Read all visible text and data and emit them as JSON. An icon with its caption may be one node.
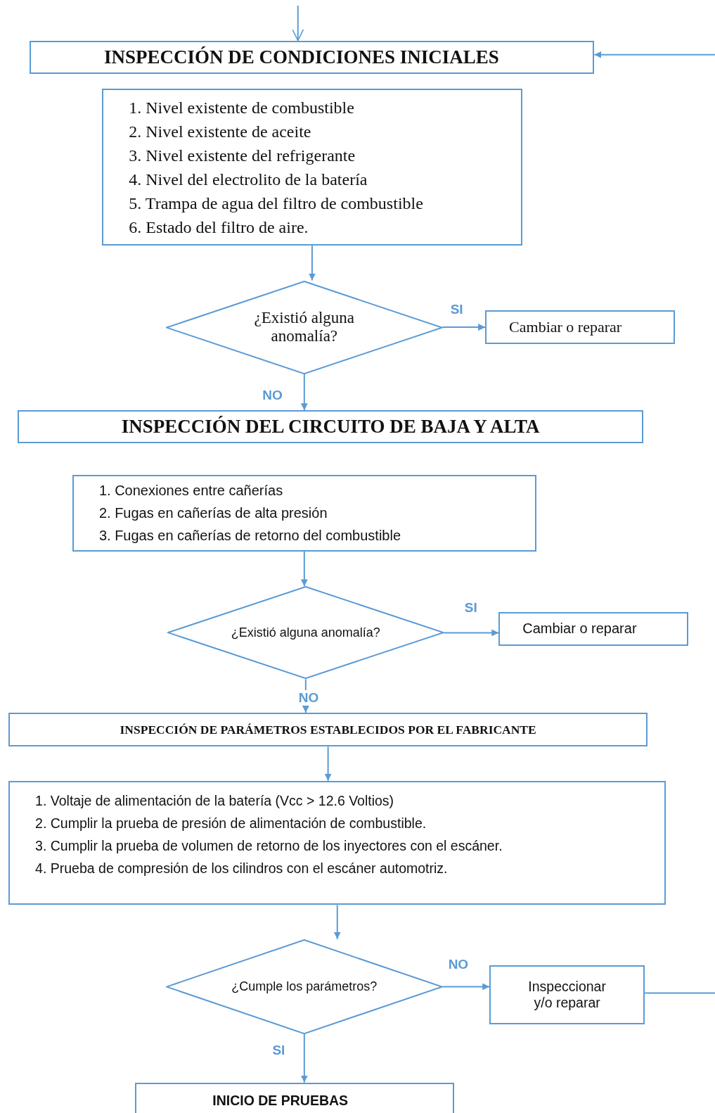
{
  "diagram": {
    "nodes": [
      {
        "text": [
          "INSPECCIÓN DE CONDICIONES INICIALES"
        ]
      },
      {
        "text": [
          "1. Nivel existente de combustible",
          "2. Nivel existente de aceite",
          "3. Nivel existente del refrigerante",
          "4. Nivel del electrolito de la batería",
          "5. Trampa de agua del filtro de combustible",
          "6. Estado del filtro de aire."
        ]
      },
      {
        "text": [
          "¿Existió alguna anomalía?"
        ]
      },
      {
        "text": [
          "Cambiar o reparar"
        ]
      },
      {
        "text": [
          "INSPECCIÓN DEL CIRCUITO DE BAJA Y ALTA"
        ]
      },
      {
        "text": [
          "1. Conexiones entre cañerías",
          "2. Fugas en cañerías de alta presión",
          "3. Fugas en cañerías de retorno del combustible"
        ]
      },
      {
        "text": [
          "¿Existió alguna anomalía?"
        ]
      },
      {
        "text": [
          "Cambiar o reparar"
        ]
      },
      {
        "text": [
          "INSPECCIÓN DE PARÁMETROS ESTABLECIDOS POR EL FABRICANTE"
        ]
      },
      {
        "text": [
          "1. Voltaje de alimentación de la batería (Vcc > 12.6 Voltios)",
          "2. Cumplir la prueba de presión de alimentación de combustible.",
          "3. Cumplir la prueba de volumen de retorno de los inyectores con el escáner.",
          "4. Prueba de compresión de los cilindros con el escáner automotriz."
        ]
      },
      {
        "text": [
          "¿Cumple los parámetros?"
        ]
      },
      {
        "text": [
          "Inspeccionar y/o reparar"
        ]
      },
      {
        "text": [
          "INICIO DE PRUEBAS"
        ]
      }
    ],
    "edges": [
      {
        "from": null,
        "to": 0,
        "arrow": "to"
      },
      {
        "from": null,
        "to": 0,
        "arrow": "to"
      },
      {
        "from": 1,
        "to": 2,
        "arrow": "to"
      },
      {
        "from": 2,
        "to": 3,
        "arrow": "to",
        "label": "SI"
      },
      {
        "from": 2,
        "to": 4,
        "arrow": "to",
        "label": "NO"
      },
      {
        "from": 5,
        "to": 6,
        "arrow": "to"
      },
      {
        "from": 6,
        "to": 7,
        "arrow": "to",
        "label": "SI"
      },
      {
        "from": 6,
        "to": 8,
        "arrow": "to",
        "label": "NO"
      },
      {
        "from": 8,
        "to": 9,
        "arrow": "to"
      },
      {
        "from": 9,
        "to": 10,
        "arrow": "to"
      },
      {
        "from": 10,
        "to": 11,
        "arrow": "to",
        "label": "NO"
      },
      {
        "from": 10,
        "to": 12,
        "arrow": "to",
        "label": "SI"
      },
      {
        "from": 11,
        "to": null,
        "arrow": "none"
      }
    ]
  }
}
